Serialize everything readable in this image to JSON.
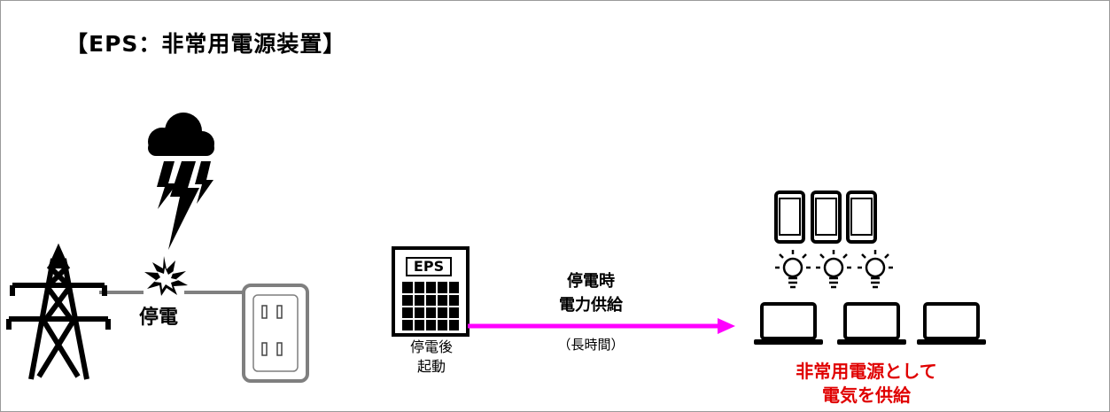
{
  "diagram": {
    "title": "【EPS：非常用電源装置】",
    "outage_label": "停電",
    "eps_badge": "EPS",
    "eps_caption_line1": "停電後",
    "eps_caption_line2": "起動",
    "supply_line1": "停電時",
    "supply_line2": "電力供給",
    "duration": "（長時間）",
    "result_line1": "非常用電源として",
    "result_line2": "電気を供給"
  },
  "colors": {
    "arrow": "#ff00ff",
    "emphasis_text": "#e00000",
    "wire": "#808080",
    "frame": "#9a9a9a"
  },
  "icons": [
    "thundercloud-icon",
    "transmission-tower-icon",
    "spark-icon",
    "power-outlet-icon",
    "eps-unit-icon",
    "smartphone-icon",
    "light-bulb-icon",
    "laptop-icon"
  ]
}
